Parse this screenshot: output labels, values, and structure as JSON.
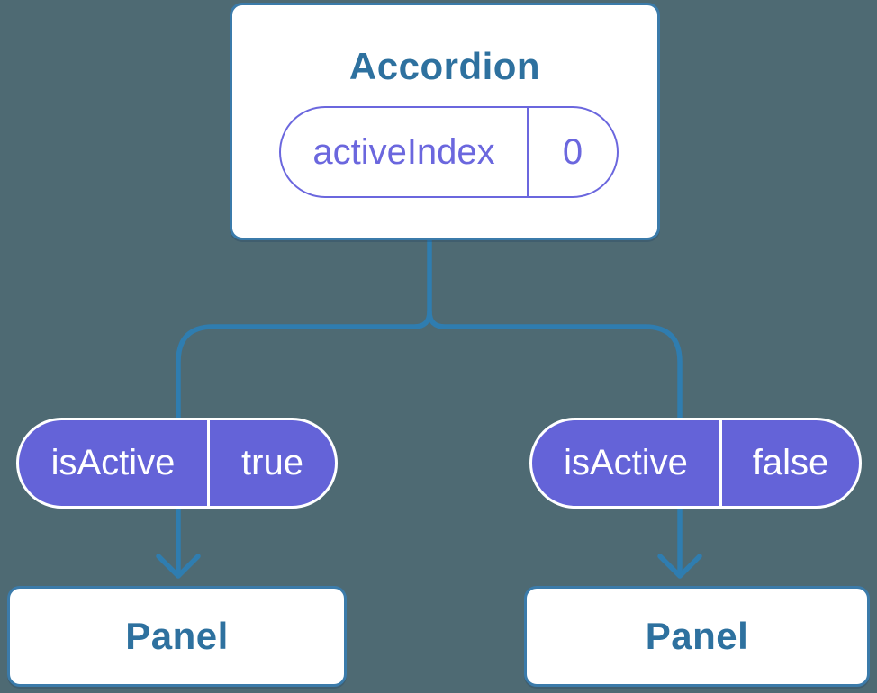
{
  "diagram": {
    "root": {
      "title": "Accordion",
      "state": {
        "name": "activeIndex",
        "value": "0"
      }
    },
    "children": [
      {
        "prop_name": "isActive",
        "prop_value": "true",
        "label": "Panel"
      },
      {
        "prop_name": "isActive",
        "prop_value": "false",
        "label": "Panel"
      }
    ]
  },
  "colors": {
    "background": "#4E6A73",
    "connector": "#2F7DB0",
    "node_border": "#3B7BAA",
    "node_text": "#2E719F",
    "pill_fill": "#6463D8",
    "pill_outline": "#6B67DE",
    "node_background": "#FFFFFF",
    "pill_text": "#FFFFFF"
  }
}
